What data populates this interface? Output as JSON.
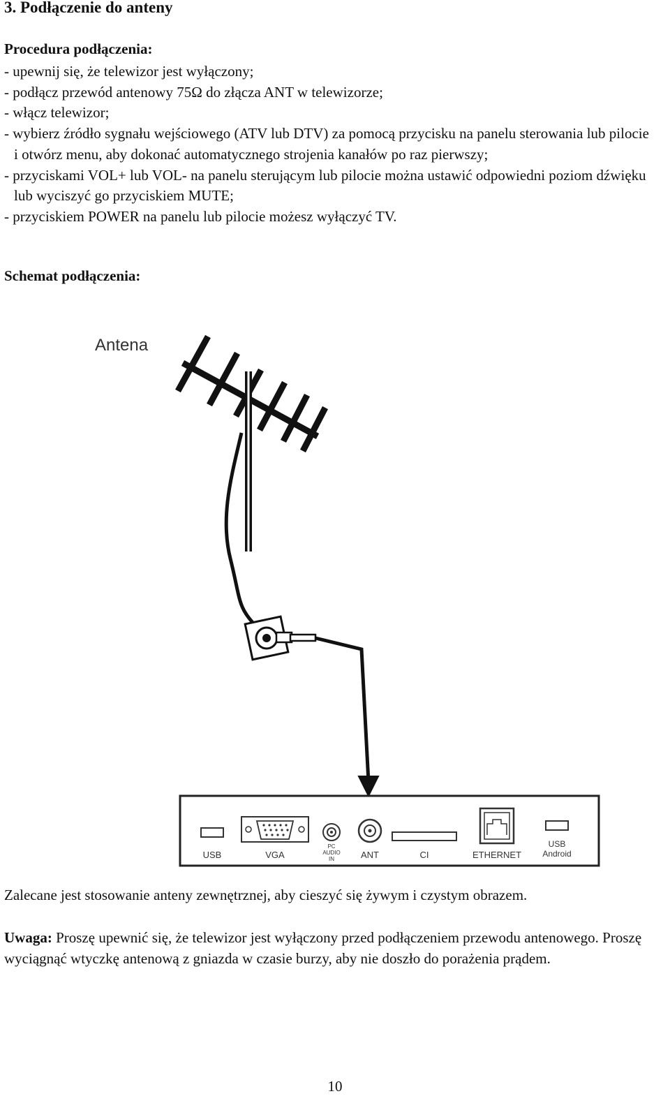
{
  "section_title": "3. Podłączenie do anteny",
  "procedure": {
    "title": "Procedura podłączenia:",
    "steps": [
      "- upewnij się, że telewizor jest wyłączony;",
      "- podłącz przewód antenowy 75Ω do złącza ANT w telewizorze;",
      "- włącz telewizor;",
      "- wybierz źródło sygnału wejściowego (ATV lub DTV) za pomocą przycisku na panelu sterowania lub pilocie i otwórz menu, aby dokonać automatycznego strojenia kanałów po raz pierwszy;",
      "- przyciskami VOL+ lub VOL- na panelu sterującym lub pilocie można ustawić odpowiedni poziom dźwięku lub wyciszyć go przyciskiem MUTE;",
      "- przyciskiem POWER na panelu lub pilocie możesz wyłączyć TV."
    ]
  },
  "scheme": {
    "title": "Schemat podłączenia:",
    "antenna_label": "Antena",
    "ports": {
      "usb": "USB",
      "vga": "VGA",
      "pc_audio_in_1": "PC",
      "pc_audio_in_2": "AUDIO",
      "pc_audio_in_3": "IN",
      "ant": "ANT",
      "ci": "CI",
      "ethernet": "ETHERNET",
      "usb_android_1": "USB",
      "usb_android_2": "Android"
    }
  },
  "recommendation": "Zalecane jest stosowanie anteny zewnętrznej, aby cieszyć się żywym i czystym obrazem.",
  "warning": {
    "label": "Uwaga:",
    "text": " Proszę upewnić się, że telewizor jest wyłączony przed podłączeniem przewodu antenowego. Proszę wyciągnąć wtyczkę antenową z gniazda w czasie burzy, aby nie doszło do porażenia prądem."
  },
  "page_number": "10"
}
